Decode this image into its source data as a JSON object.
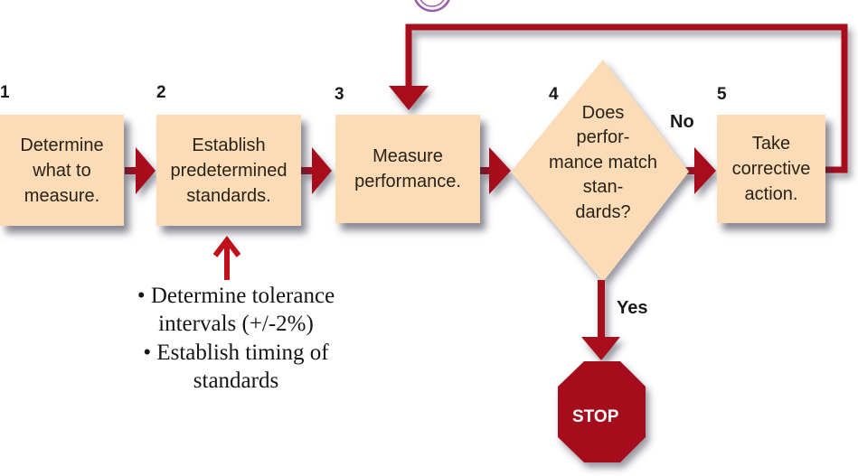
{
  "diagram": {
    "title": "Control process flowchart",
    "colors": {
      "box_fill": "#fbdcb6",
      "arrow": "#a80c1c",
      "stop_fill": "#a5111d",
      "text": "#2a2218",
      "decoration_ring": "#9a5aa8"
    },
    "steps": [
      {
        "number": "1",
        "text": "Determine\nwhat to\nmeasure."
      },
      {
        "number": "2",
        "text": "Establish\npredetermined\nstandards."
      },
      {
        "number": "3",
        "text": "Measure\nperformance."
      },
      {
        "number": "4",
        "text": "Does\nperfor-\nmance match\nstan-\ndards?"
      },
      {
        "number": "5",
        "text": "Take\ncorrective\naction."
      }
    ],
    "branches": {
      "no_label": "No",
      "yes_label": "Yes"
    },
    "stop_label": "STOP",
    "notes": [
      "• Determine tolerance",
      "intervals (+/-2%)",
      "• Establish timing of",
      "standards"
    ]
  }
}
